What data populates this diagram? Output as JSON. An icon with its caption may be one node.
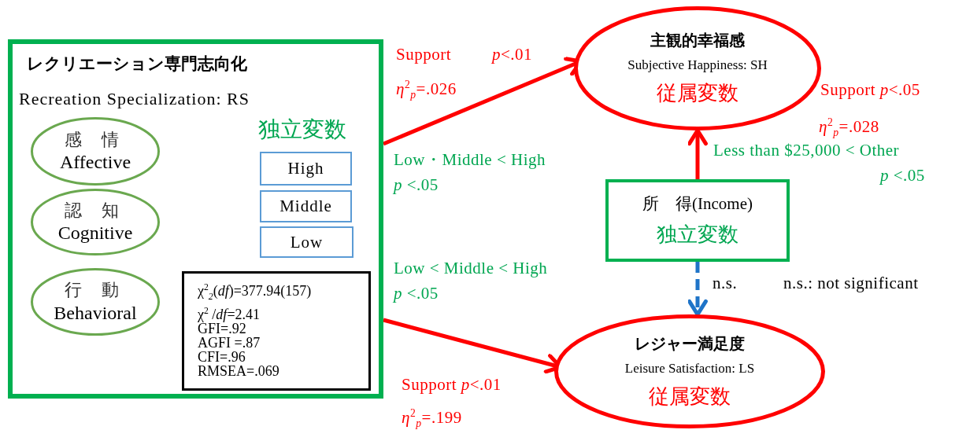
{
  "diagram": {
    "nodes": [
      {
        "text": [
          "レクリエーション専門志向化",
          "Recreation Specialization: RS",
          "独立変数"
        ]
      },
      {
        "text": [
          "感 情",
          "Affective"
        ],
        "in": 0
      },
      {
        "text": [
          "認 知",
          "Cognitive"
        ],
        "in": 0
      },
      {
        "text": [
          "行 動",
          "Behavioral"
        ],
        "in": 0
      },
      {
        "text": [
          "High"
        ],
        "in": 0
      },
      {
        "text": [
          "Middle"
        ],
        "in": 0
      },
      {
        "text": [
          "Low"
        ],
        "in": 0
      },
      {
        "text": [
          "χ$^{2}$$_{2}$(*df*)=377.94(157)",
          "χ$^{2}$ /*df*=2.41",
          "GFI=.92",
          "AGFI =.87",
          "CFI=.96",
          "RMSEA=.069"
        ],
        "in": 0
      },
      {
        "text": [
          "主観的幸福感",
          "Subjective Happiness: SH",
          "従属変数"
        ]
      },
      {
        "text": [
          "所　得(Income)",
          "独立変数"
        ]
      },
      {
        "text": [
          "レジャー満足度",
          "Leisure Satisfaction: LS",
          "従属変数"
        ]
      }
    ],
    "edges": [
      {
        "from": 0,
        "to": 8,
        "arrow": "to"
      },
      {
        "from": 9,
        "to": 8,
        "arrow": "to"
      },
      {
        "from": 9,
        "to": 10,
        "arrow": "to",
        "style": "dashed",
        "color": "#1f74c8"
      },
      {
        "from": 0,
        "to": 10,
        "arrow": "to"
      }
    ],
    "labels": [
      "Support",
      "*p*<.01",
      "*η*$^{2}$$_{p}$=.026",
      "Support *p*<.05",
      "*η*$^{2}$$_{p}$=.028",
      "Low・Middle < High",
      "*p* <.05",
      "Less than $25,000 < Other",
      "*p* <.05",
      "Low < Middle < High",
      "*p* <.05",
      "n.s.",
      "n.s.: not significant",
      "Support *p*<.01",
      "*η*$^{2}$$_{p}$=.199"
    ]
  }
}
